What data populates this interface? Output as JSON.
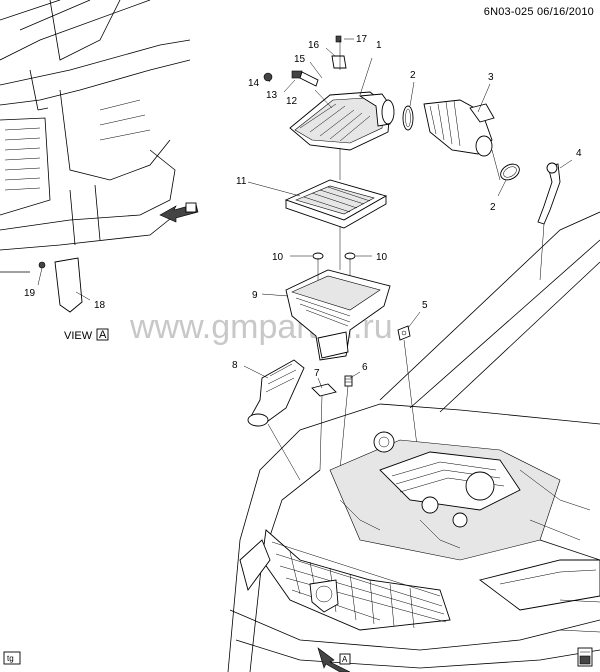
{
  "header": {
    "diagram_id": "6N03-025",
    "date": "06/16/2010"
  },
  "watermark": "www.gmpartsd.ru",
  "view": {
    "label": "VIEW",
    "letter": "A"
  },
  "arrow_letter": "A",
  "tag": "tg",
  "callouts": {
    "c1": "1",
    "c2a": "2",
    "c2b": "2",
    "c3": "3",
    "c4": "4",
    "c5": "5",
    "c6": "6",
    "c7": "7",
    "c8": "8",
    "c9": "9",
    "c10a": "10",
    "c10b": "10",
    "c11": "11",
    "c12": "12",
    "c13": "13",
    "c14": "14",
    "c15": "15",
    "c16": "16",
    "c17": "17",
    "c18": "18",
    "c19": "19"
  }
}
